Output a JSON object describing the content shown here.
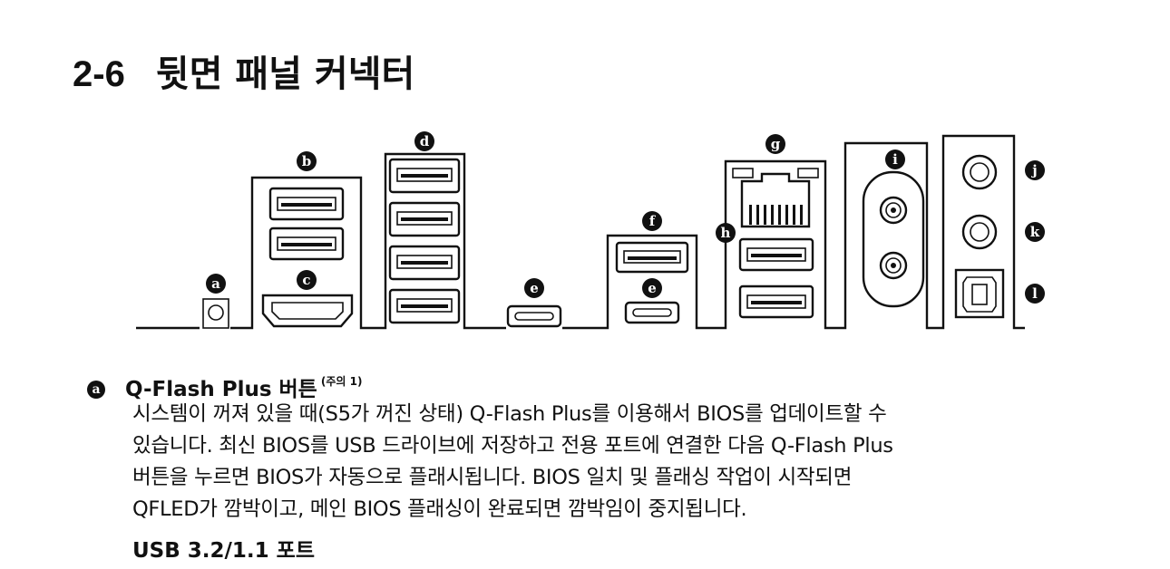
{
  "section": {
    "number": "2-6",
    "title": "뒷면 패널 커넥터"
  },
  "callouts": {
    "a": "a",
    "b": "b",
    "c": "c",
    "d": "d",
    "e1": "e",
    "e2": "e",
    "f": "f",
    "g": "g",
    "h": "h",
    "i": "i",
    "j": "j",
    "k": "k",
    "l": "l"
  },
  "item_a": {
    "bullet": "a",
    "title": "Q-Flash Plus 버튼",
    "note": "(주의 1)",
    "lines": [
      "시스템이 꺼져 있을 때(S5가 꺼진 상태) Q-Flash Plus를 이용해서 BIOS를 업데이트할 수",
      "있습니다. 최신 BIOS를 USB 드라이브에 저장하고 전용 포트에 연결한 다음 Q-Flash Plus",
      "버튼을 누르면 BIOS가 자동으로 플래시됩니다. BIOS 일치 및 플래싱 작업이 시작되면",
      "QFLED가 깜박이고, 메인 BIOS 플래싱이 완료되면 깜박임이 중지됩니다."
    ]
  },
  "next_item": {
    "title": "USB 3.2/1.1 포트"
  }
}
